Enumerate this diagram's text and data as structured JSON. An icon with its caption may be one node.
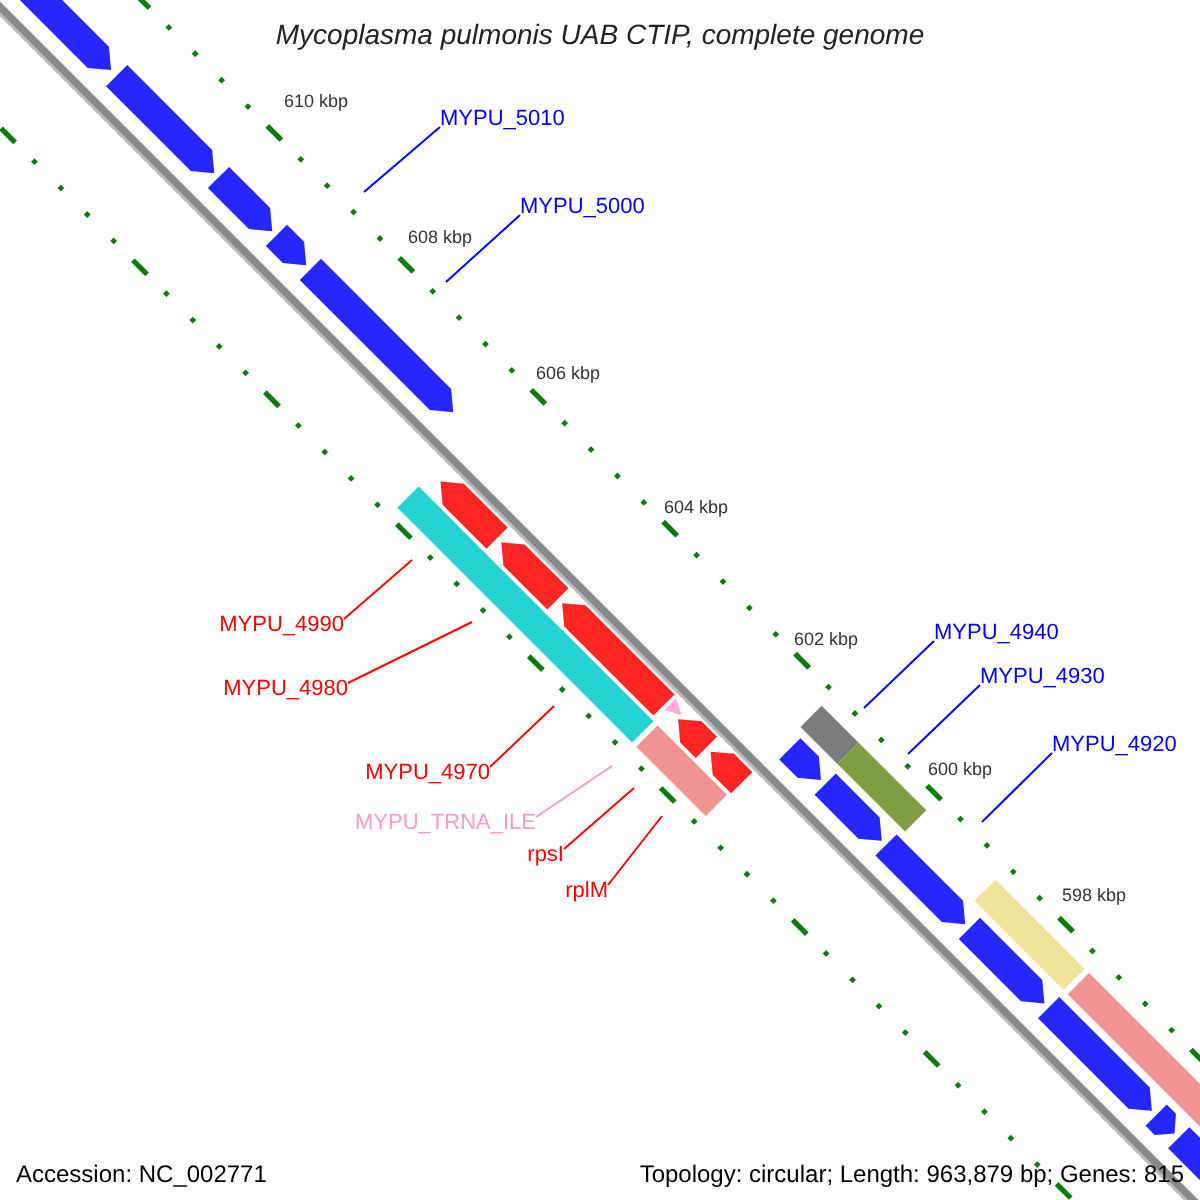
{
  "diagram": {
    "title": "Mycoplasma pulmonis UAB CTIP, complete genome",
    "nodes": [
      {
        "text": [
          "MYPU_5010"
        ]
      },
      {
        "text": [
          "MYPU_5000"
        ]
      },
      {
        "text": [
          "MYPU_4990"
        ]
      },
      {
        "text": [
          "MYPU_4940"
        ]
      },
      {
        "text": [
          "MYPU_4930"
        ]
      },
      {
        "text": [
          "MYPU_4980"
        ]
      },
      {
        "text": [
          "MYPU_4920"
        ]
      },
      {
        "text": [
          "MYPU_4970"
        ]
      },
      {
        "text": [
          "MYPU_TRNA_ILE"
        ]
      },
      {
        "text": [
          "rpsI"
        ]
      },
      {
        "text": [
          "rplM"
        ]
      }
    ],
    "edges": [
      {
        "from": 0,
        "to": null,
        "arrow": "none"
      },
      {
        "from": 1,
        "to": null,
        "arrow": "none"
      },
      {
        "from": 2,
        "to": null,
        "arrow": "none",
        "color": "#ff0000"
      },
      {
        "from": 3,
        "to": null,
        "arrow": "none"
      },
      {
        "from": 4,
        "to": null,
        "arrow": "none"
      },
      {
        "from": 5,
        "to": null,
        "arrow": "none",
        "color": "#ff0000"
      },
      {
        "from": 6,
        "to": null,
        "arrow": "none"
      },
      {
        "from": 7,
        "to": null,
        "arrow": "none",
        "color": "#ff0000"
      },
      {
        "from": 8,
        "to": null,
        "arrow": "none",
        "color": "#ff99cc"
      },
      {
        "from": 9,
        "to": null,
        "arrow": "none",
        "color": "#ff0000"
      },
      {
        "from": 10,
        "to": null,
        "arrow": "none",
        "color": "#ff0000"
      }
    ],
    "labels": [
      "610 kbp",
      "608 kbp",
      "606 kbp",
      "604 kbp",
      "602 kbp",
      "600 kbp",
      "598 kbp",
      "Accession: NC_002771",
      "Topology: circular; Length: 963,879 bp; Genes: 815"
    ]
  }
}
